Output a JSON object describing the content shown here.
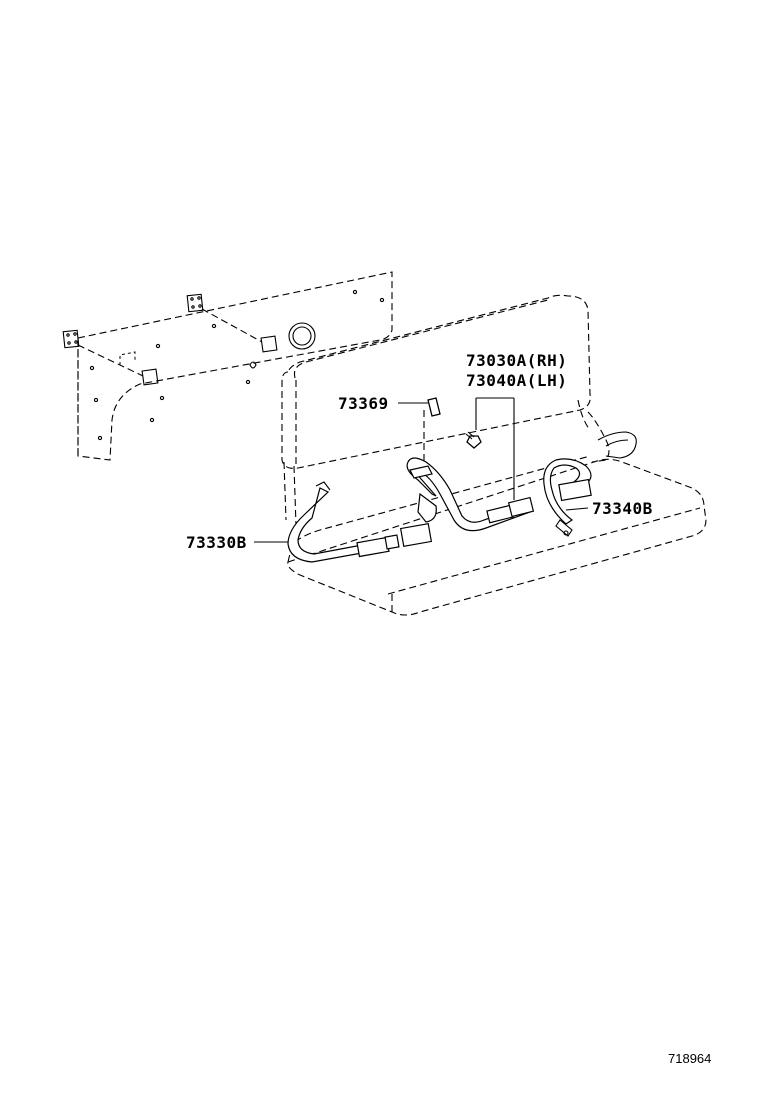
{
  "callouts": {
    "rh": "73030A(RH)",
    "lh": "73040A(LH)",
    "bracket": "73369",
    "right_buckle": "73340B",
    "left_belt": "73330B"
  },
  "figure_number": "718964"
}
